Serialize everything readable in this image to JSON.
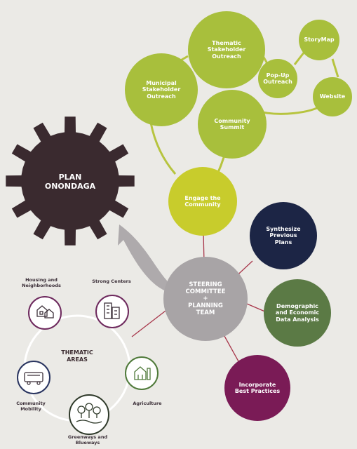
{
  "gear": {
    "label": "PLAN\nONONDAGA",
    "color": "#3a2a2f"
  },
  "engage": {
    "center": "Engage the\nCommunity",
    "color": "#c8cc2c",
    "items": [
      {
        "label": "Thematic\nStakeholder\nOutreach"
      },
      {
        "label": "StoryMap"
      },
      {
        "label": "Pop-Up\nOutreach"
      },
      {
        "label": "Municipal\nStakeholder\nOutreach"
      },
      {
        "label": "Website"
      },
      {
        "label": "Community\nSummit"
      }
    ]
  },
  "steering": {
    "label": "STEERING\nCOMMITTEE\n+\nPLANNING\nTEAM",
    "color": "#a8a4a6"
  },
  "tasks": [
    {
      "label": "Synthesize\nPrevious\nPlans",
      "color": "#1c2545"
    },
    {
      "label": "Demographic\nand Economic\nData Analysis",
      "color": "#5b7a45"
    },
    {
      "label": "Incorporate\nBest Practices",
      "color": "#7a1b56"
    }
  ],
  "thematic": {
    "title": "THEMATIC\nAREAS",
    "areas": [
      {
        "label": "Housing and\nNeighborhoods"
      },
      {
        "label": "Strong Centers"
      },
      {
        "label": "Community\nMobility"
      },
      {
        "label": "Agriculture"
      },
      {
        "label": "Greenways and\nBlueways"
      }
    ]
  }
}
